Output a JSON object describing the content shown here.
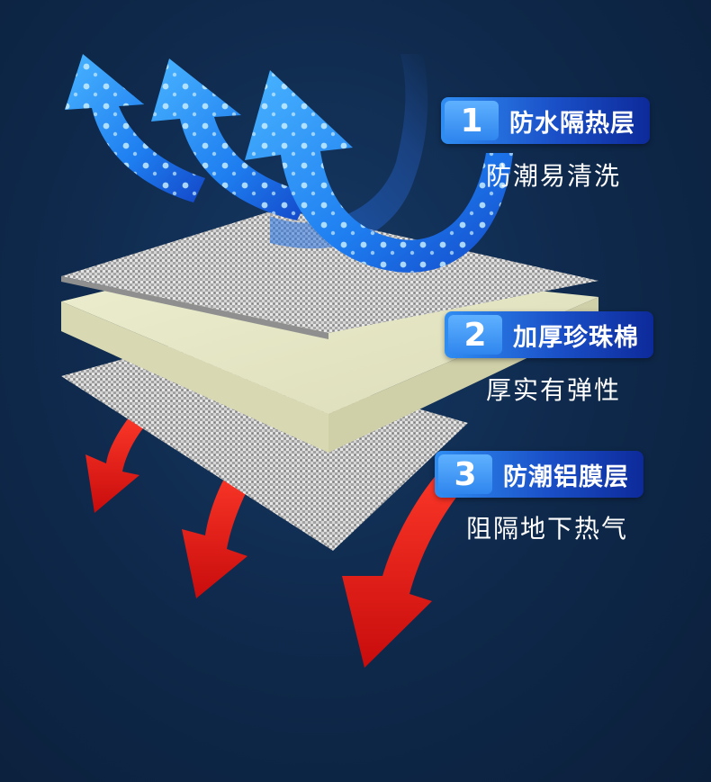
{
  "layers": [
    {
      "number": "1",
      "title": "防水隔热层",
      "subtitle": "防潮易清洗"
    },
    {
      "number": "2",
      "title": "加厚珍珠棉",
      "subtitle": "厚实有弹性"
    },
    {
      "number": "3",
      "title": "防潮铝膜层",
      "subtitle": "阻隔地下热气"
    }
  ],
  "colors": {
    "background": "#0f2a4d",
    "badge": "#1a4fc7",
    "badge_number": "#3f9af5",
    "cold_arrow": "#2a8cf0",
    "heat_arrow": "#e21a1a",
    "foam": "#e6e7c8",
    "foil": "#b8b8b8"
  },
  "icons": {
    "cold_arrows": "blue-dotted-curved-arrow",
    "heat_arrows": "red-down-arrow"
  }
}
